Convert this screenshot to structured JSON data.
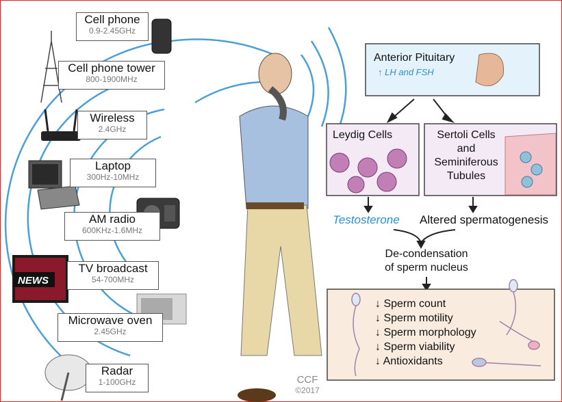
{
  "sources": [
    {
      "name": "Cell phone",
      "freq": "0.9-2.45GHz"
    },
    {
      "name": "Cell phone tower",
      "freq": "800-1900MHz"
    },
    {
      "name": "Wireless",
      "freq": "2.4GHz"
    },
    {
      "name": "Laptop",
      "freq": "300Hz-10MHz"
    },
    {
      "name": "AM radio",
      "freq": "600KHz-1.6MHz"
    },
    {
      "name": "TV broadcast",
      "freq": "54-700MHz"
    },
    {
      "name": "Microwave oven",
      "freq": "2.45GHz"
    },
    {
      "name": "Radar",
      "freq": "1-100GHz"
    }
  ],
  "tv_logo": "NEWS",
  "pituitary": {
    "title": "Anterior Pituitary",
    "effect": "LH and FSH",
    "arrow": "↑"
  },
  "leydig": {
    "title": "Leydig Cells"
  },
  "sertoli": {
    "line1": "Sertoli Cells",
    "line2": "and",
    "line3": "Seminiferous",
    "line4": "Tubules"
  },
  "testosterone": "Testosterone",
  "altered": "Altered spermatogenesis",
  "decondensation": {
    "line1": "De-condensation",
    "line2": "of sperm nucleus"
  },
  "effects": [
    {
      "arrow": "↓",
      "text": "Sperm count"
    },
    {
      "arrow": "↓",
      "text": "Sperm motility"
    },
    {
      "arrow": "↓",
      "text": "Sperm morphology"
    },
    {
      "arrow": "↓",
      "text": "Sperm viability"
    },
    {
      "arrow": "↓",
      "text": "Antioxidants"
    }
  ],
  "credit": {
    "line1": "CCF",
    "line2": "©2017"
  },
  "colors": {
    "wave": "#4a9fd6",
    "accent_blue": "#2b8fd6",
    "box_fill": "#e3f2fb",
    "cell_fill": "#f3eaf6",
    "effects_fill": "#f9ecdf"
  }
}
